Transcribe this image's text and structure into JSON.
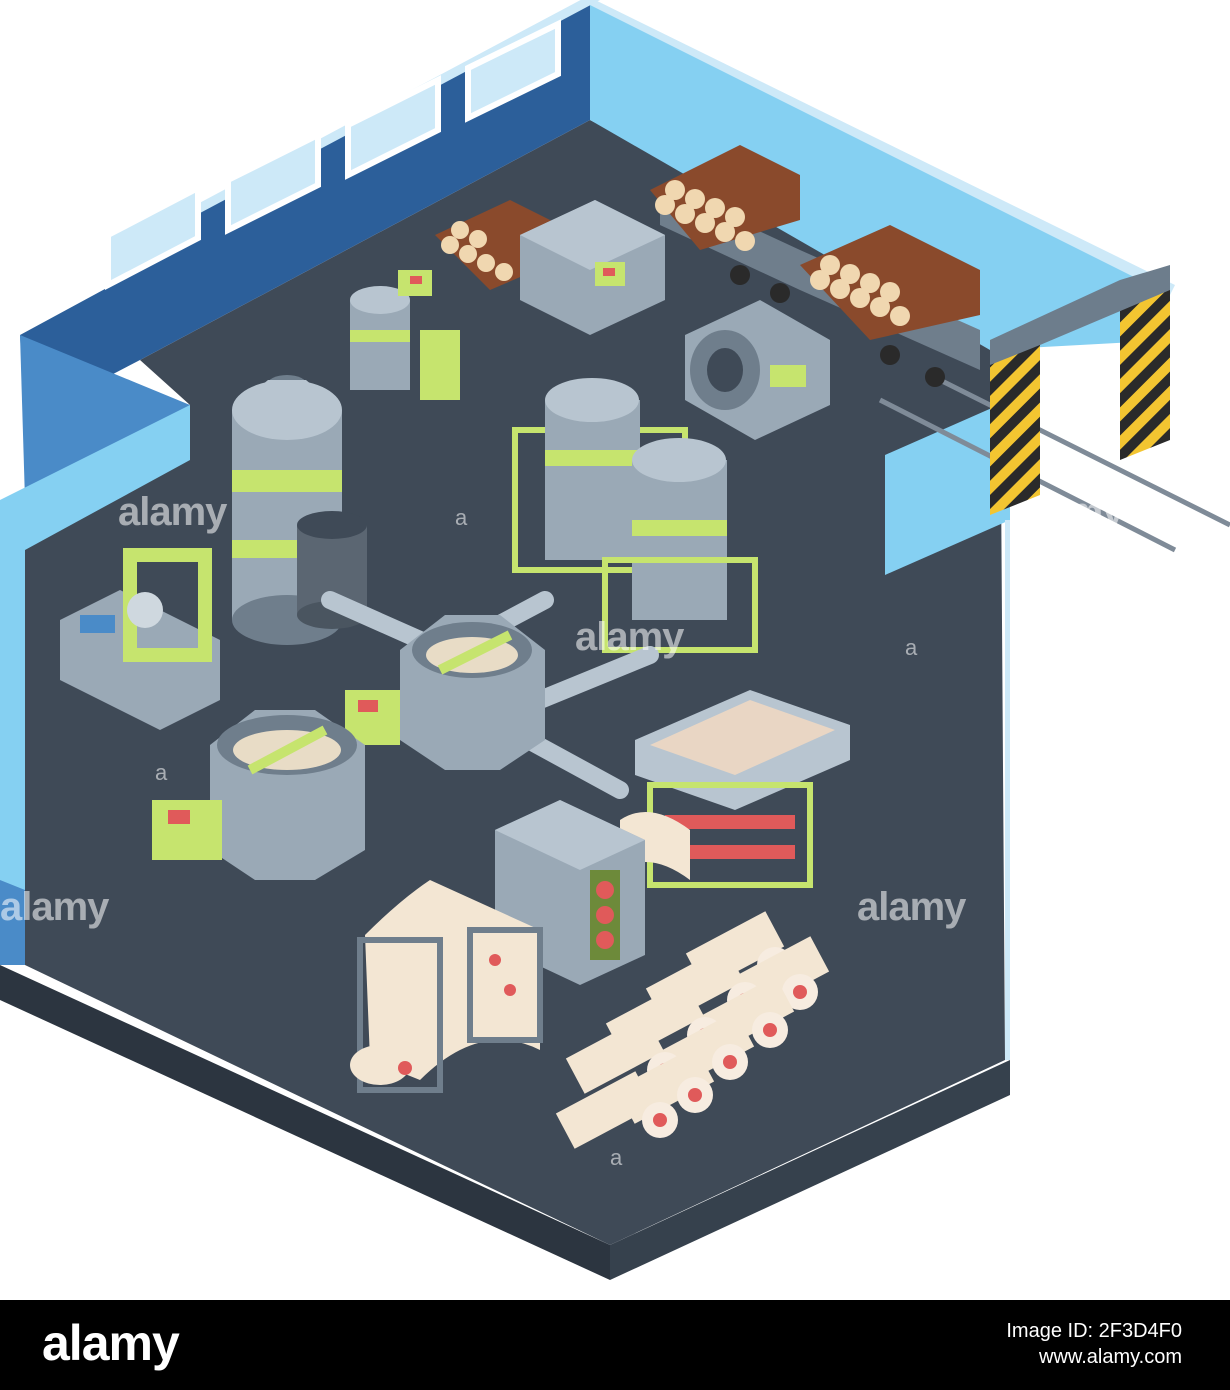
{
  "watermark": {
    "brand": "alamy",
    "glyph": "a",
    "color": "#ffffff"
  },
  "footer": {
    "logo": "alamy",
    "image_id": "Image ID: 2F3D4F0",
    "url": "www.alamy.com",
    "background": "#000000"
  },
  "palette": {
    "floor": "#3f4a57",
    "floor_side_left": "#2c3540",
    "floor_side_right": "#36414d",
    "wall_face": "#85d0f2",
    "wall_face_dark": "#2c5f9a",
    "wall_top": "#cde9f8",
    "machine_grey": "#9aa9b6",
    "machine_grey_dark": "#6f7e8c",
    "accent_green": "#c6e46e",
    "accent_red": "#e05a5a",
    "log_brown": "#8a4a2c",
    "log_end": "#f0d7b0",
    "paper": "#f3e6d3",
    "hazard_yellow": "#f3c531",
    "hazard_black": "#2a2a2a"
  }
}
